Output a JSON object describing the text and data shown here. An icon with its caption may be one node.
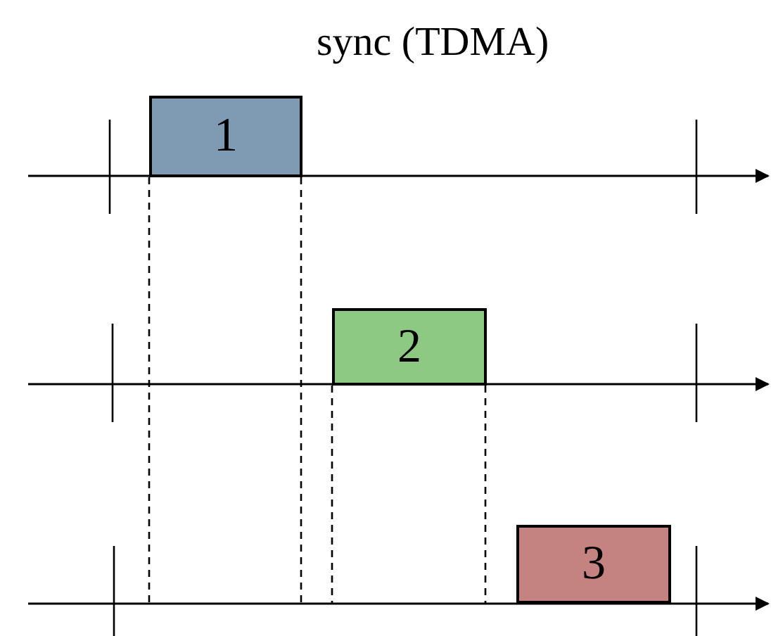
{
  "diagram": {
    "title": "sync (TDMA)",
    "nodes": [
      {
        "text": [
          "1"
        ]
      },
      {
        "text": [
          "2"
        ]
      },
      {
        "text": [
          "3"
        ]
      }
    ]
  }
}
